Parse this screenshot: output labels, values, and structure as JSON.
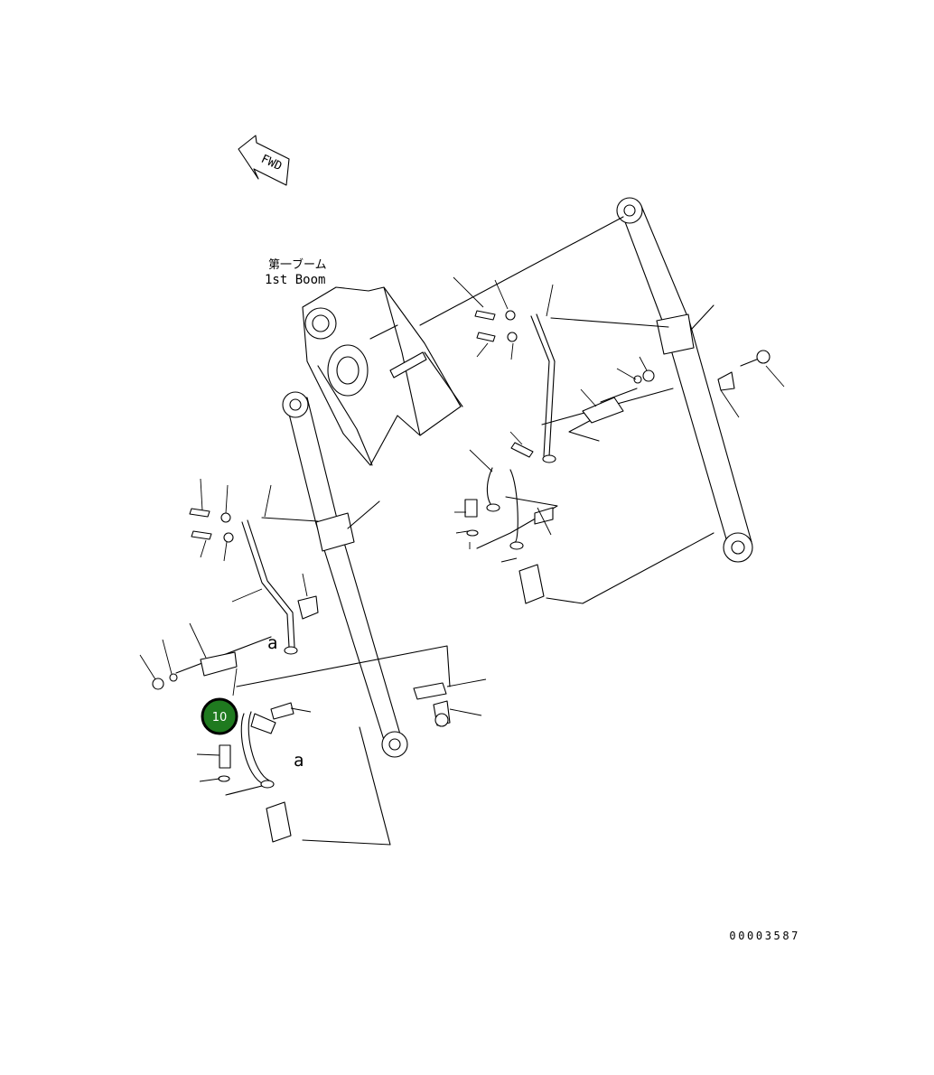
{
  "diagram": {
    "boom_label_jp": "第一ブーム",
    "boom_label_en": "1st Boom",
    "fwd_label": "FWD",
    "ref_letter_upper": "a",
    "ref_letter_lower": "a",
    "drawing_number": "00003587",
    "callout": {
      "number": "10",
      "fill": "#1f7a1f",
      "stroke": "#000000"
    }
  }
}
